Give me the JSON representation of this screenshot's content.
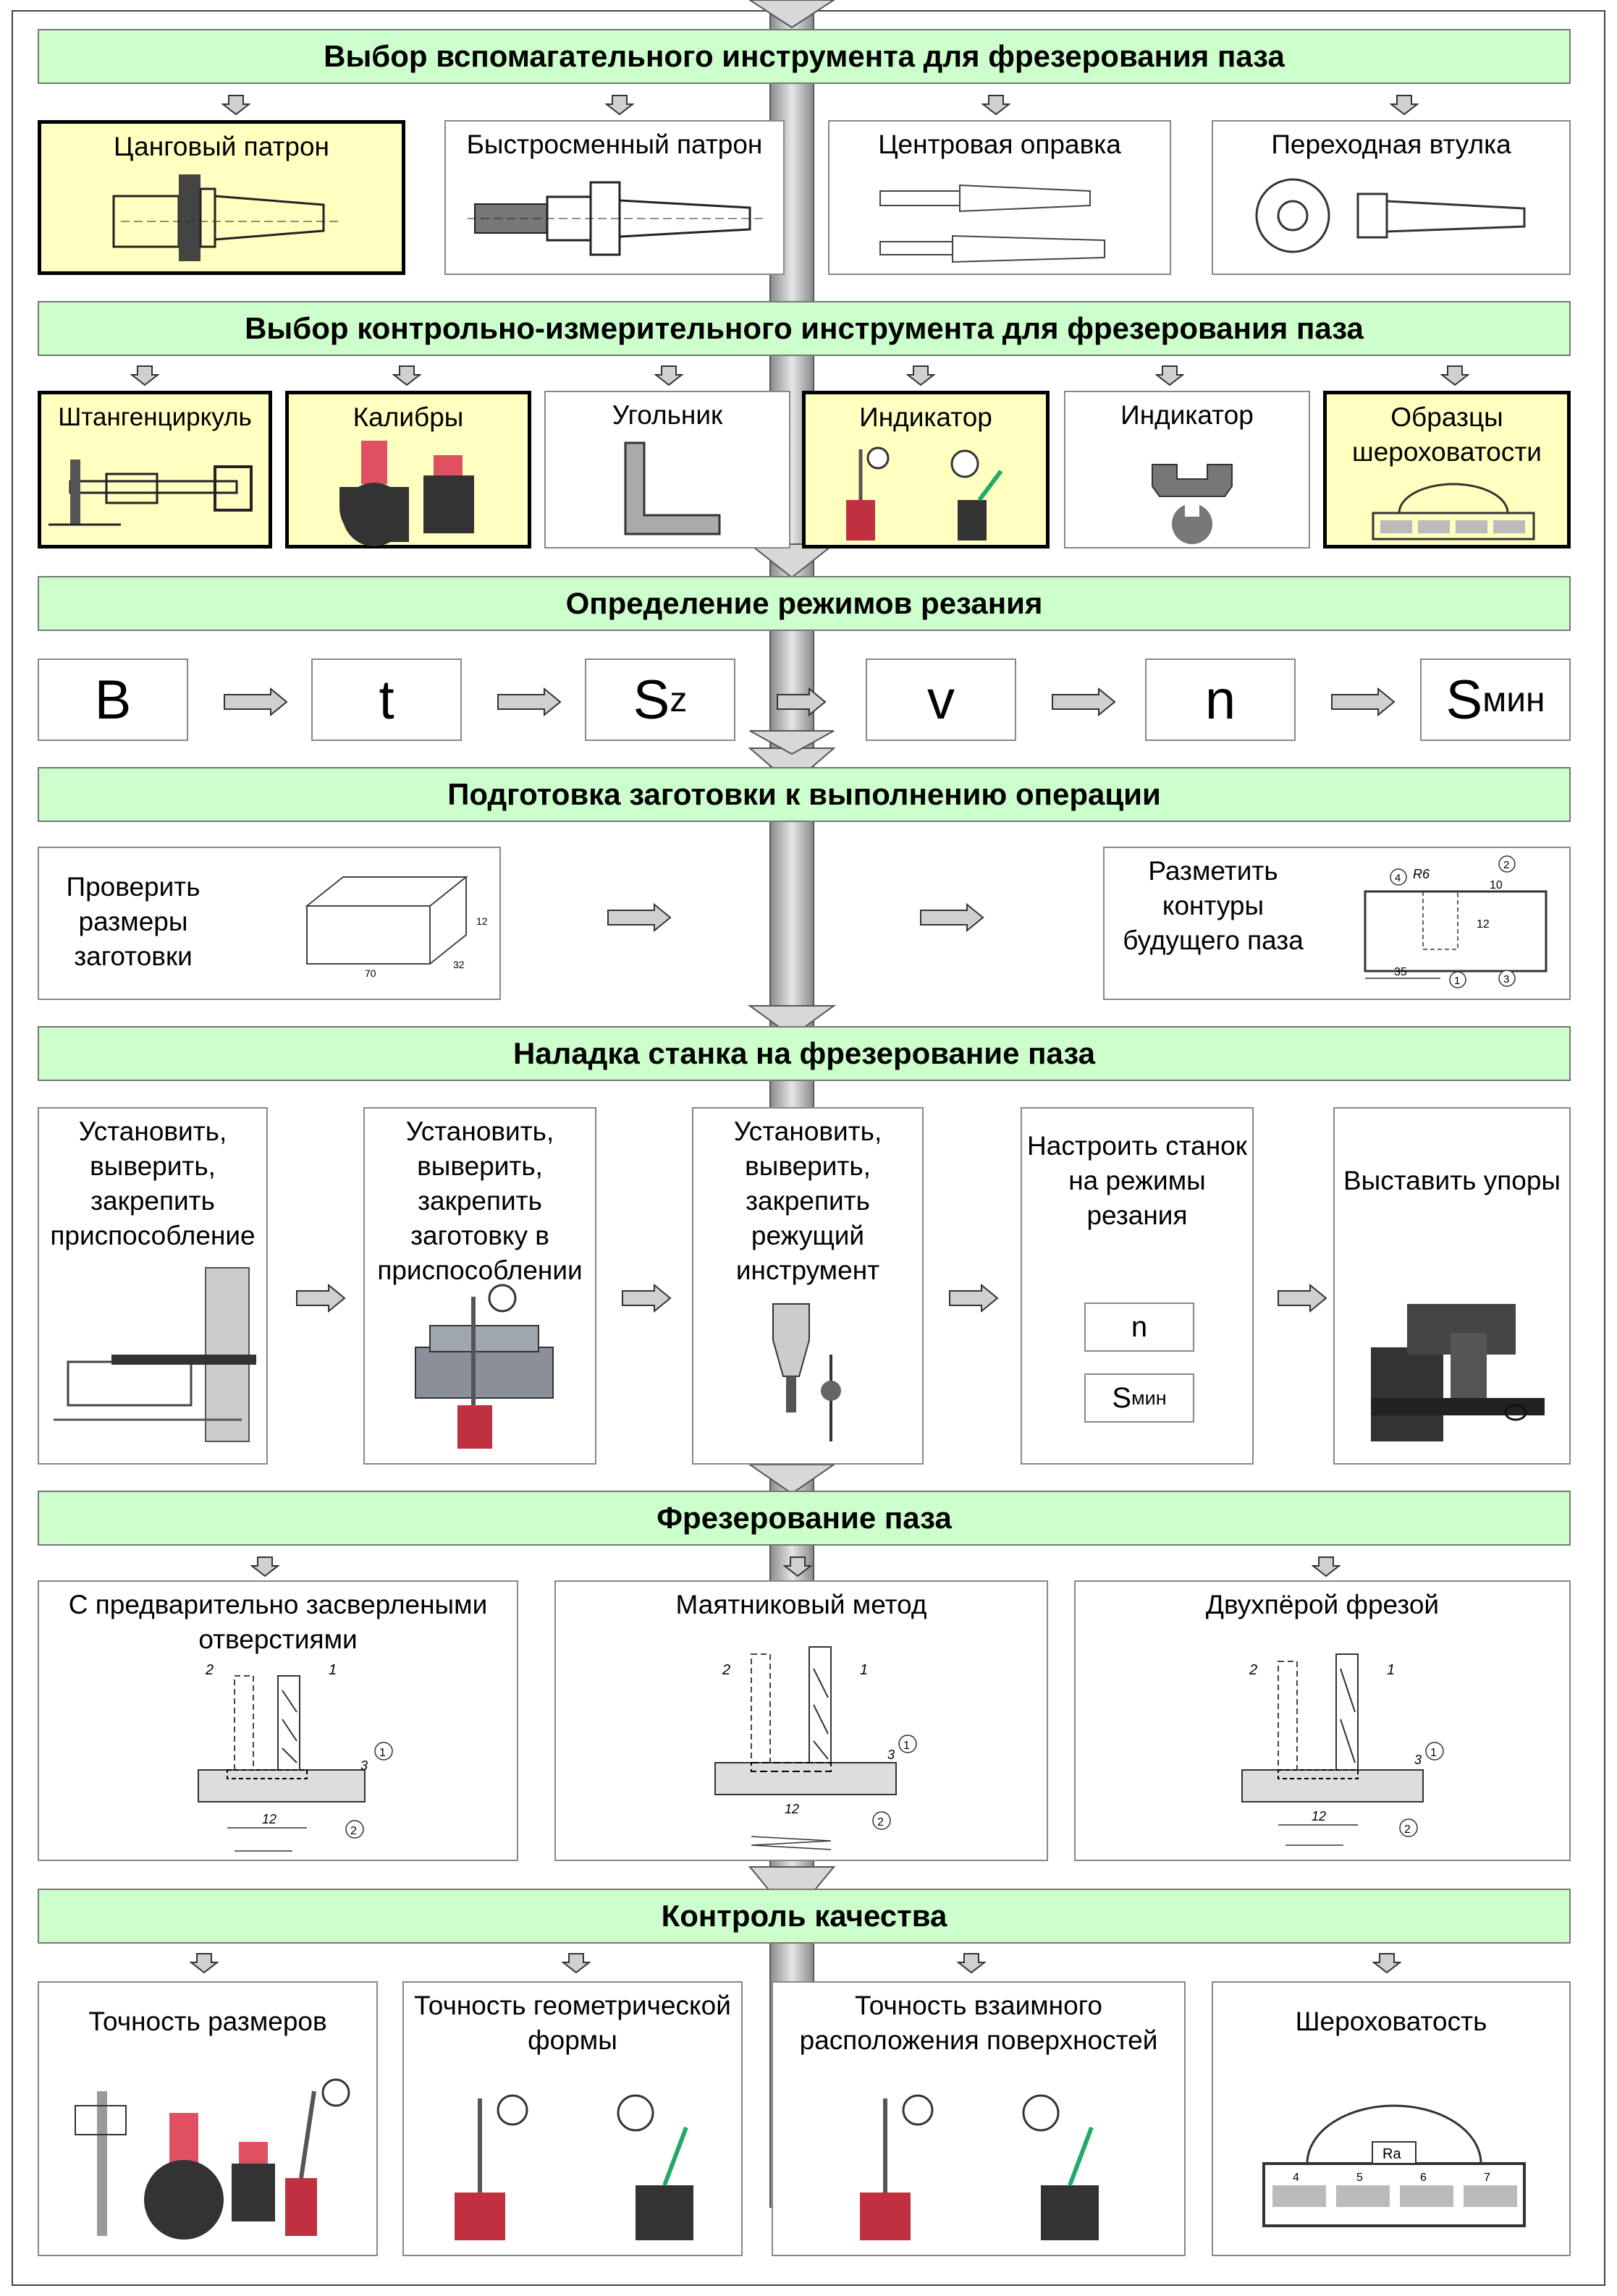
{
  "sections": {
    "aux_tool": "Выбор вспомагательного инструмента для фрезерования паза",
    "measuring_tool": "Выбор контрольно-измерительного инструмента для фрезерования паза",
    "cutting_modes": "Определение режимов резания",
    "blank_prep": "Подготовка заготовки к выполнению операции",
    "setup": "Наладка станка на фрезерование паза",
    "milling": "Фрезерование паза",
    "quality": "Контроль качества"
  },
  "aux_tools": [
    {
      "label": "Цанговый патрон",
      "highlighted": true
    },
    {
      "label": "Быстросменный патрон",
      "highlighted": false
    },
    {
      "label": "Центровая оправка",
      "highlighted": false
    },
    {
      "label": "Переходная втулка",
      "highlighted": false
    }
  ],
  "measuring_tools": [
    {
      "label": "Штангенциркуль",
      "highlighted": true
    },
    {
      "label": "Калибры",
      "highlighted": true
    },
    {
      "label": "Угольник",
      "highlighted": false
    },
    {
      "label": "Индикатор",
      "highlighted": true
    },
    {
      "label": "Индикатор",
      "highlighted": false
    },
    {
      "label": "Образцы шероховатости",
      "highlighted": true
    }
  ],
  "cutting_params": {
    "b": "B",
    "t": "t",
    "sz_main": "S",
    "sz_sub": "z",
    "v": "v",
    "n": "n",
    "smin_main": "S",
    "smin_sub": "мин"
  },
  "blank_prep": {
    "check": "Проверить размеры заготовки",
    "mark": "Разметить контуры будущего паза",
    "dims": {
      "length": "70",
      "width": "32",
      "height": "12"
    },
    "marking_dims": {
      "radius": "R6",
      "offset": "35",
      "width": "12",
      "depth": "10"
    },
    "markers": [
      "1",
      "2",
      "3",
      "4"
    ]
  },
  "setup_steps": [
    {
      "label": "Установить, выверить, закрепить приспособление"
    },
    {
      "label": "Установить, выверить, закрепить заготовку в приспособлении"
    },
    {
      "label": "Установить, выверить, закрепить режущий инструмент"
    },
    {
      "label": "Настроить станок на режимы резания"
    },
    {
      "label": "Выставить упоры"
    }
  ],
  "setup_params": {
    "n": "n",
    "smin_main": "S",
    "smin_sub": "мин"
  },
  "milling_methods": [
    {
      "label": "С предварительно засверлеными отверстиями"
    },
    {
      "label": "Маятниковый метод"
    },
    {
      "label": "Двухпёрой фрезой"
    }
  ],
  "milling_drawing": {
    "tool1": "1",
    "tool2": "2",
    "depth": "3",
    "width": "12",
    "mark1": "1",
    "mark2": "2"
  },
  "quality_checks": [
    {
      "label": "Точность размеров"
    },
    {
      "label": "Точность геометрической формы"
    },
    {
      "label": "Точность взаимного расположения поверхностей"
    },
    {
      "label": "Шероховатость"
    }
  ],
  "roughness_sample": {
    "title": "Ra",
    "grades": [
      "4",
      "5",
      "6",
      "7"
    ]
  },
  "colors": {
    "header_fill": "#ccffcc",
    "highlight_fill": "#ffffc0",
    "gauge_red": "#e05060",
    "arrow_fill": "#d0d0d0"
  }
}
